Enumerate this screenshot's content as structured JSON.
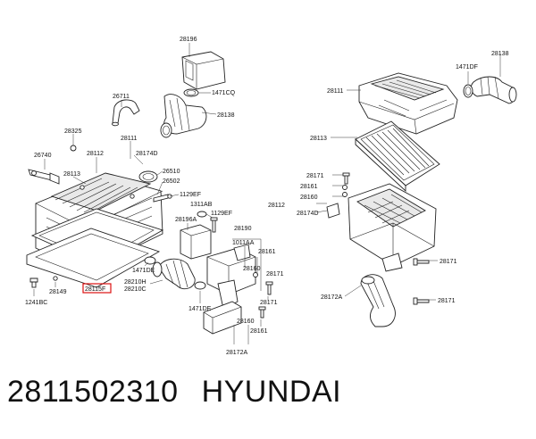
{
  "caption": {
    "part_number": "2811502310",
    "brand": "HYUNDAI"
  },
  "highlight_color": "#dd1111",
  "labels": {
    "p28196": "28196",
    "p1471CQ": "1471CQ",
    "p26711": "26711",
    "p28138_left": "28138",
    "p28325": "28325",
    "p28111_left": "28111",
    "p26740": "26740",
    "p28112_left": "28112",
    "p28174D_left": "28174D",
    "p28113_left": "28113",
    "p26510": "26510",
    "p26502": "26502",
    "p1129EF_a": "1129EF",
    "p1311AB": "1311AB",
    "p1129EF_b": "1129EF",
    "p28196A": "28196A",
    "p28190": "28190",
    "p1011AA": "1011AA",
    "p28161_a": "28161",
    "p28160_a": "28160",
    "p28171_a": "28171",
    "p1471DE_a": "1471DE",
    "p28210H": "28210H",
    "p28210C": "28210C",
    "p28149": "28149",
    "p28115F": "28115F",
    "p1241BC": "1241BC",
    "p1471DE_b": "1471DE",
    "p28171_b": "28171",
    "p28160_b": "28160",
    "p28161_b": "28161",
    "p28172A_left": "28172A",
    "p28138_right": "28138",
    "p1471DF": "1471DF",
    "p28111_right": "28111",
    "p28113_right": "28113",
    "p28171_c": "28171",
    "p28161_c": "28161",
    "p28160_c": "28160",
    "p28112_right": "28112",
    "p28174D_right": "28174D",
    "p28171_d": "28171",
    "p28172A_right": "28172A",
    "p28171_e": "28171"
  }
}
